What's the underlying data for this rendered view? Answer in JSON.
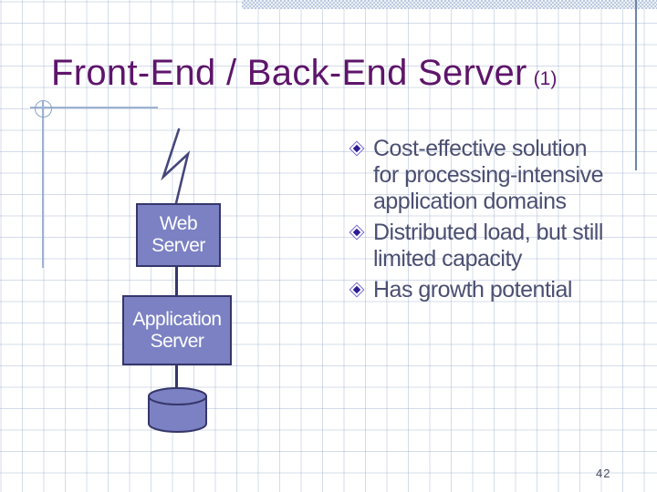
{
  "slide": {
    "title": "Front-End / Back-End Server",
    "title_suffix": "(1)",
    "page_number": "42"
  },
  "diagram": {
    "lightning_icon": "lightning-bolt",
    "database_icon": "database-cylinder",
    "web_server": {
      "line1": "Web",
      "line2": "Server"
    },
    "app_server": {
      "line1": "Application",
      "line2": "Server"
    }
  },
  "bullets": {
    "items": [
      {
        "l1": "Cost-effective solution",
        "l2": "for processing-intensive",
        "l3": "application domains"
      },
      {
        "l1": "Distributed load, but still",
        "l2": "limited capacity"
      },
      {
        "l1": "Has growth potential"
      }
    ]
  },
  "colors": {
    "title_text": "#5e156a",
    "body_text": "#4b4f71",
    "box_fill": "#7b81c2",
    "box_border": "#35366a",
    "box_text": "#ffffff",
    "bullet_outer": "#7668cc",
    "bullet_inner": "#2c1d94",
    "grid_line": "#7d96be",
    "drafting_line": "#9db2cf",
    "right_edge_line": "#6c86a8",
    "top_band": "#ccd7e8",
    "bolt_stroke": "#45477a",
    "page_number": "#474c5c"
  }
}
